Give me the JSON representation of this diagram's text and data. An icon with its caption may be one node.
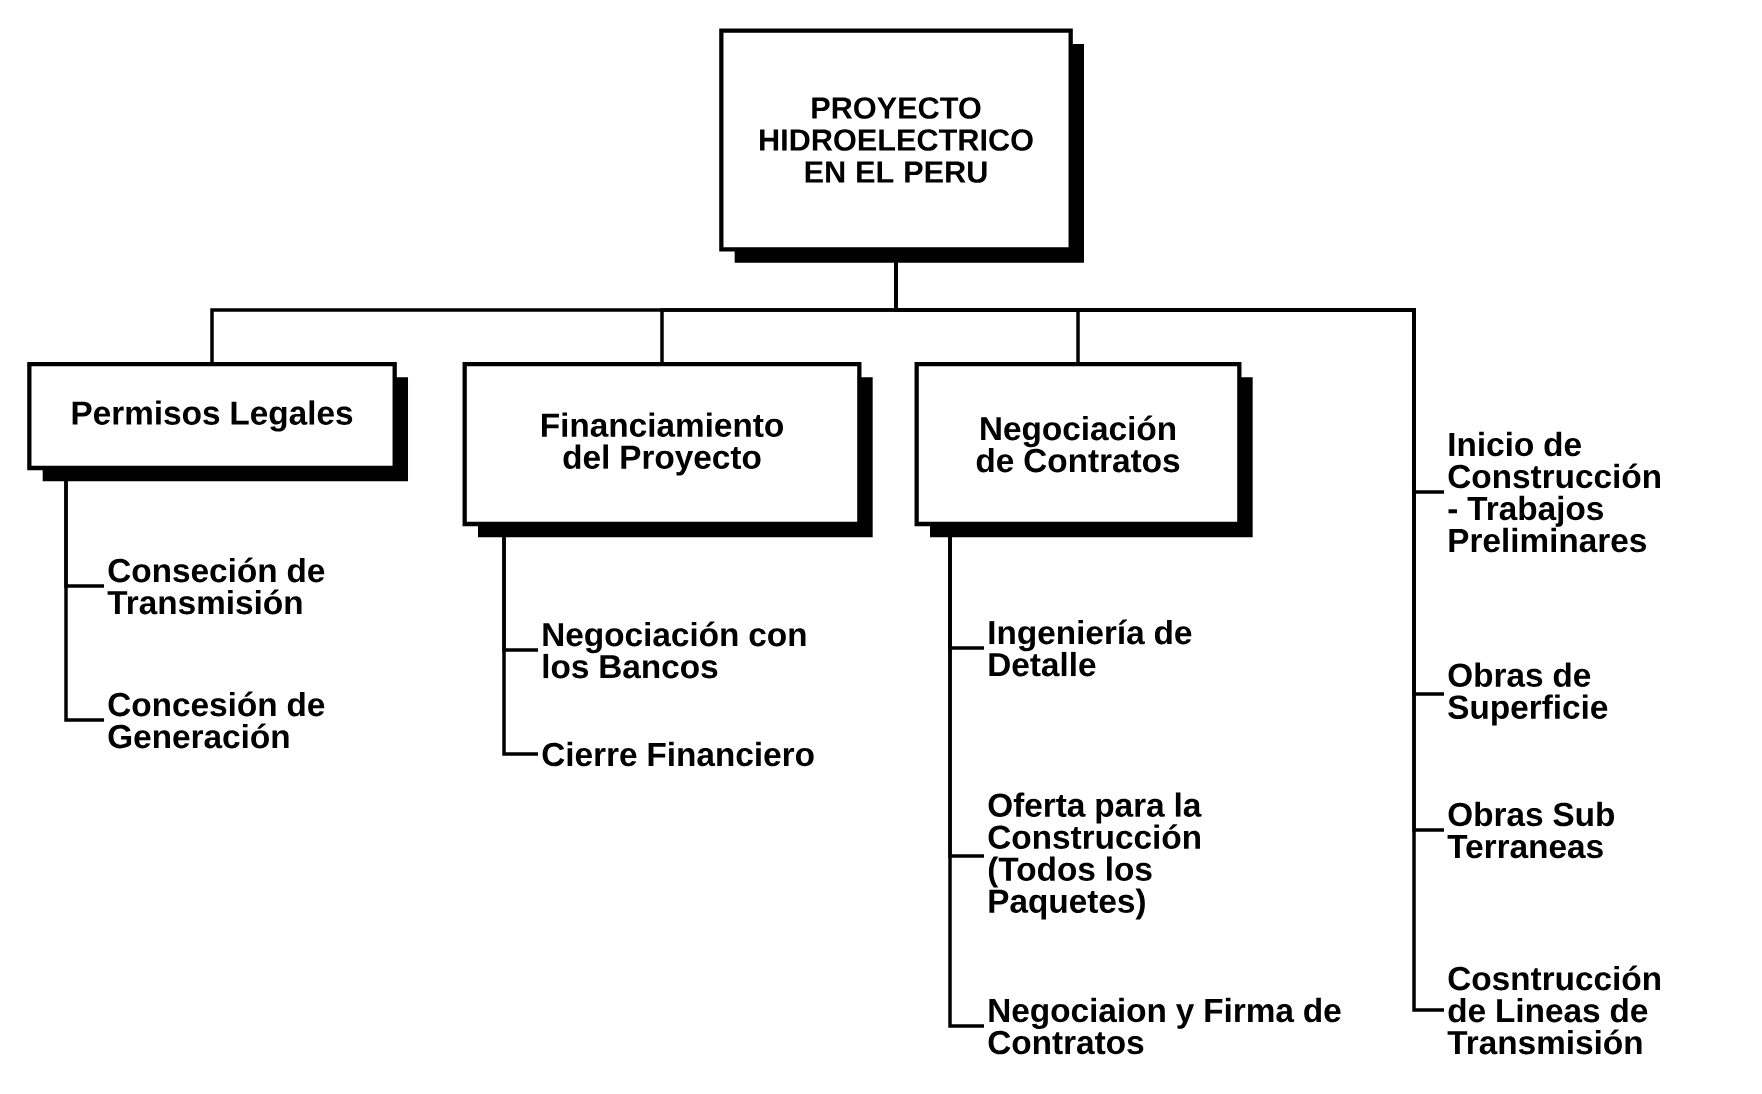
{
  "diagram": {
    "nodes": [
      {
        "text": [
          "PROYECTO HIDROELECTRICO EN EL PERU"
        ]
      },
      {
        "text": [
          "Permisos Legales"
        ]
      },
      {
        "text": [
          "Financiamiento del Proyecto"
        ]
      },
      {
        "text": [
          "Negociación de Contratos"
        ]
      },
      {
        "text": [
          "Conseción de Transmisión"
        ]
      },
      {
        "text": [
          "Concesión de Generación"
        ]
      },
      {
        "text": [
          "Negociación con los Bancos"
        ]
      },
      {
        "text": [
          "Cierre Financiero"
        ]
      },
      {
        "text": [
          "Ingeniería de Detalle"
        ]
      },
      {
        "text": [
          "Oferta para la Construcción (Todos los Paquetes)"
        ]
      },
      {
        "text": [
          "Negociaion y Firma de Contratos"
        ]
      },
      {
        "text": [
          "Inicio de Construcción - Trabajos Preliminares"
        ]
      },
      {
        "text": [
          "Obras de Superficie"
        ]
      },
      {
        "text": [
          "Obras Sub Terraneas"
        ]
      },
      {
        "text": [
          "Cosntrucción de Lineas de Transmisión"
        ]
      }
    ],
    "edges": [
      {
        "from": 0,
        "to": 1,
        "arrow": "none"
      },
      {
        "from": 0,
        "to": 2,
        "arrow": "none"
      },
      {
        "from": 0,
        "to": 3,
        "arrow": "none"
      },
      {
        "from": 0,
        "to": 11,
        "arrow": "none"
      },
      {
        "from": 0,
        "to": 12,
        "arrow": "none"
      },
      {
        "from": 0,
        "to": 13,
        "arrow": "none"
      },
      {
        "from": 0,
        "to": 14,
        "arrow": "none"
      },
      {
        "from": 1,
        "to": 4,
        "arrow": "none"
      },
      {
        "from": 1,
        "to": 5,
        "arrow": "none"
      },
      {
        "from": 2,
        "to": 6,
        "arrow": "none"
      },
      {
        "from": 2,
        "to": 7,
        "arrow": "none"
      },
      {
        "from": 3,
        "to": 8,
        "arrow": "none"
      },
      {
        "from": 3,
        "to": 9,
        "arrow": "none"
      },
      {
        "from": 3,
        "to": 10,
        "arrow": "none"
      }
    ]
  }
}
